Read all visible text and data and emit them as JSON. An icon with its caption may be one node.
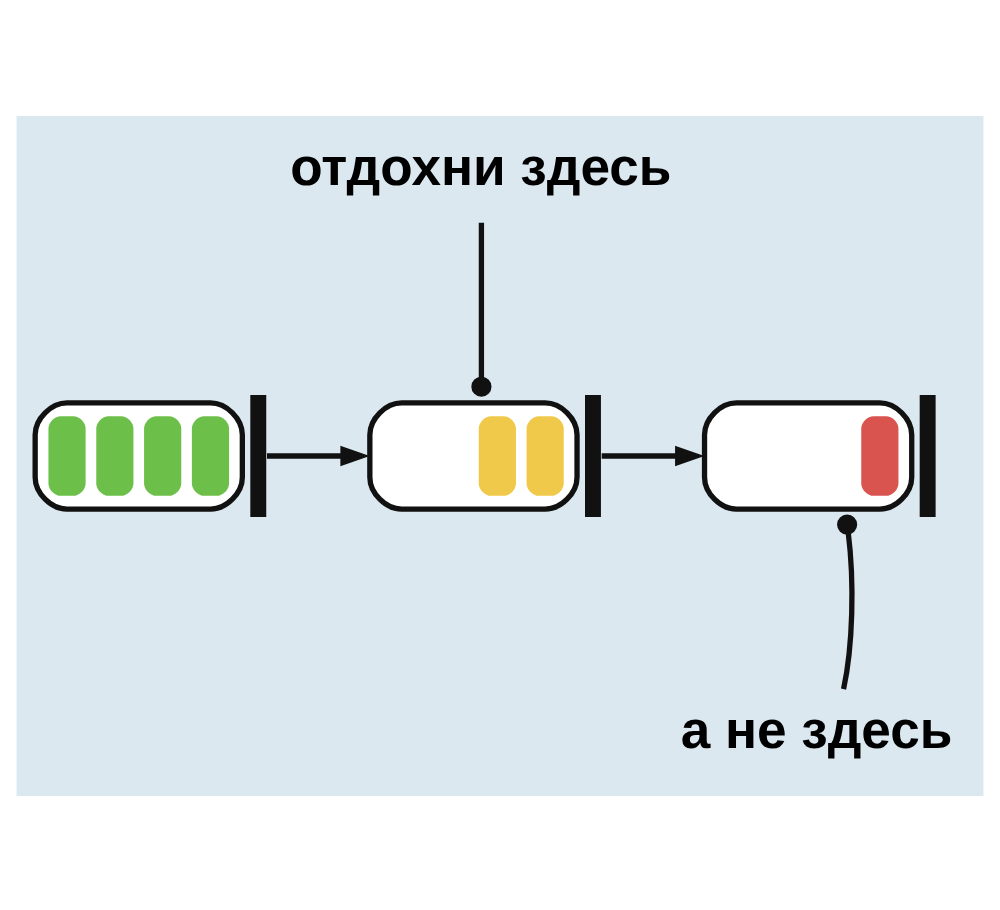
{
  "diagram": {
    "nodes": [
      {
        "text": [
          "отдохни здесь"
        ]
      },
      {
        "text": [],
        "shape": "battery"
      },
      {
        "text": [],
        "shape": "battery"
      },
      {
        "text": [],
        "shape": "battery"
      },
      {
        "text": [
          "а не здесь"
        ]
      }
    ],
    "edges": [
      {
        "from": 1,
        "to": 2,
        "arrow": "to"
      },
      {
        "from": 2,
        "to": 3,
        "arrow": "to"
      },
      {
        "from": 0,
        "to": 2,
        "arrow": "other"
      },
      {
        "from": 4,
        "to": 3,
        "arrow": "other"
      }
    ]
  }
}
